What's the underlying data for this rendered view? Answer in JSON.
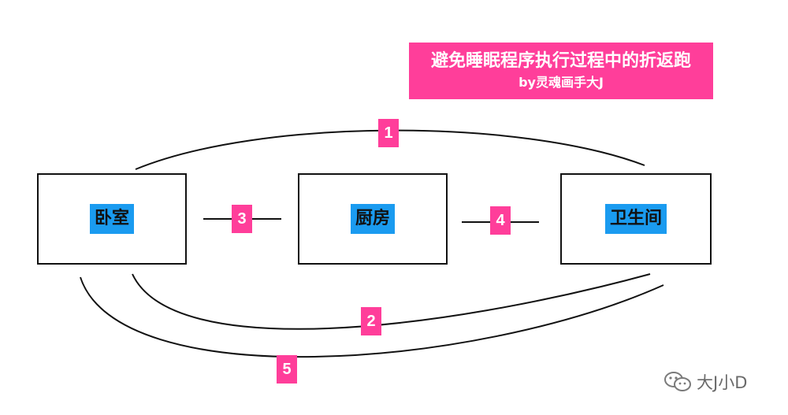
{
  "title": {
    "line1": "避免睡眠程序执行过程中的折返跑",
    "line2": "by灵魂画手大J"
  },
  "rooms": {
    "bedroom": "卧室",
    "kitchen": "厨房",
    "bathroom": "卫生间"
  },
  "routes": [
    "1",
    "2",
    "3",
    "4",
    "5"
  ],
  "watermark": {
    "icon": "wechat-icon",
    "text": "大J小D"
  },
  "colors": {
    "accent_pink": "#ff3e9a",
    "label_blue": "#1a9bf0"
  }
}
